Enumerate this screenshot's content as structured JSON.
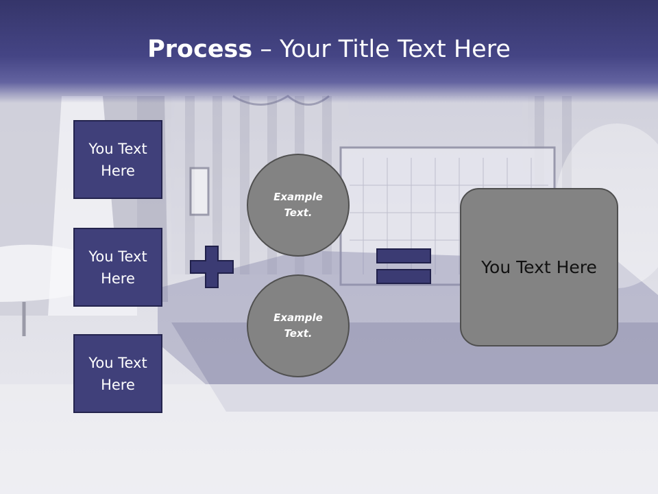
{
  "slide": {
    "title_strong": "Process",
    "title_rest": " – Your Title Text Here",
    "left_boxes": [
      {
        "label": "You Text Here"
      },
      {
        "label": "You Text Here"
      },
      {
        "label": "You Text Here"
      }
    ],
    "circles": [
      {
        "label": "Example Text."
      },
      {
        "label": "Example Text."
      }
    ],
    "result_label": "You Text Here",
    "operators": [
      "plus-icon",
      "equals-icon"
    ],
    "colors": {
      "header": "#3f3f7c",
      "box_fill": "#40407a",
      "operator": "#3b3b73",
      "circle_fill": "#838383",
      "result_fill": "#838383"
    }
  }
}
